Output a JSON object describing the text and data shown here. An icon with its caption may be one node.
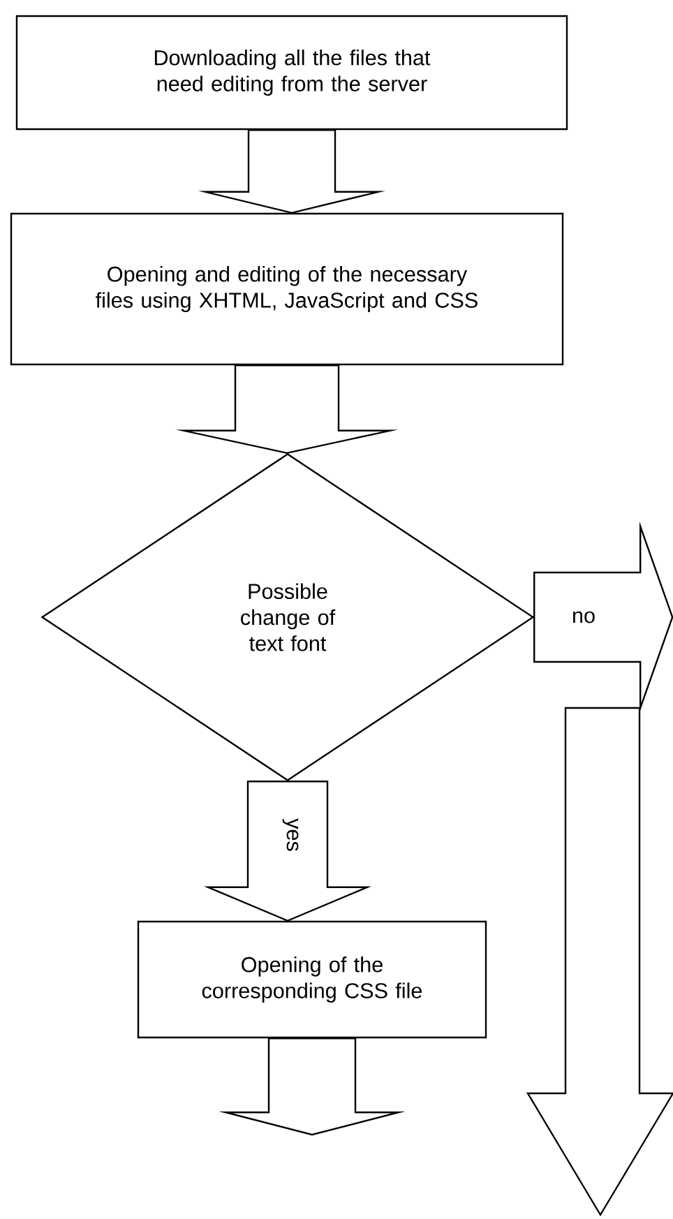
{
  "diagram": {
    "nodes": [
      {
        "text": [
          "Downloading all the files that need editing from the server"
        ]
      },
      {
        "text": [
          "Opening and editing of the necessary files using XHTML, JavaScript and CSS"
        ]
      },
      {
        "text": [
          "Possible change of text font"
        ]
      },
      {
        "text": [
          "Opening of the corresponding CSS file"
        ]
      }
    ],
    "edges": [
      {
        "from": 0,
        "to": 1,
        "arrow": "to"
      },
      {
        "from": 1,
        "to": 2,
        "arrow": "to"
      },
      {
        "from": 2,
        "to": 3,
        "arrow": "to",
        "label": "yes"
      },
      {
        "from": 3,
        "to": null,
        "arrow": "to"
      },
      {
        "from": 2,
        "to": null,
        "arrow": "to",
        "label": "no"
      }
    ]
  }
}
